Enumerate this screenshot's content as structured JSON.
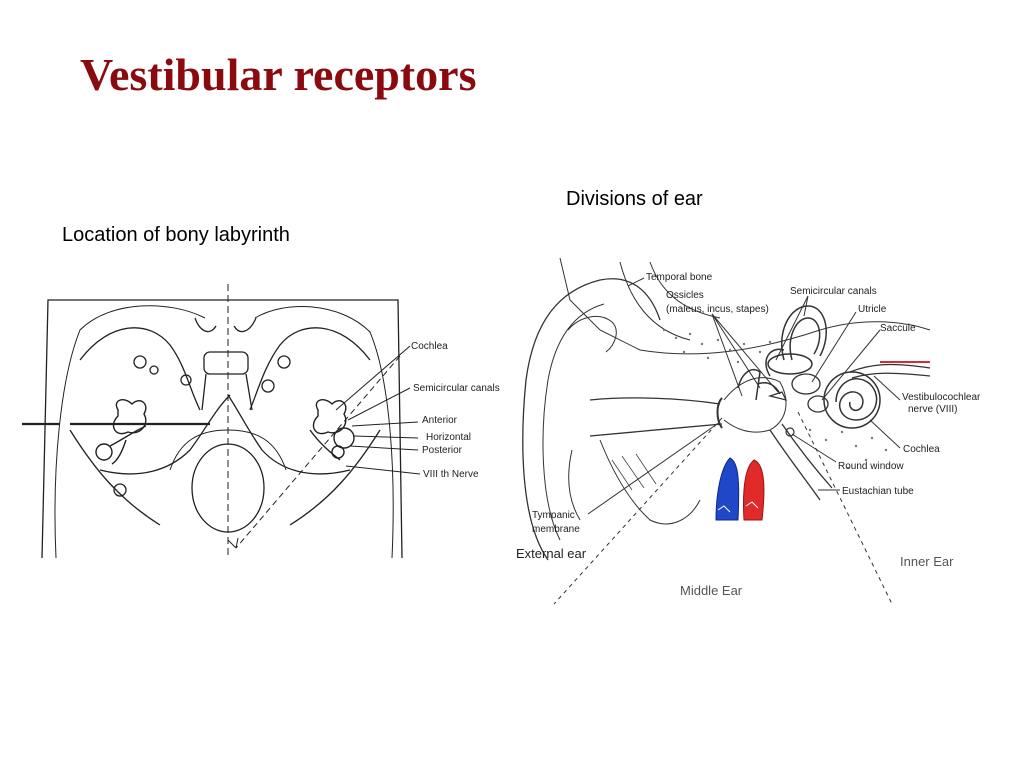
{
  "slide": {
    "title": "Vestibular receptors",
    "left_caption": "Location of bony labyrinth",
    "right_caption": "Divisions of ear"
  },
  "skull_diagram": {
    "labels": {
      "cochlea": "Cochlea",
      "semicircular_canals": "Semicircular canals",
      "anterior": "Anterior",
      "horizontal": "Horizontal",
      "posterior": "Posterior",
      "viii_nerve": "VIII th Nerve"
    }
  },
  "ear_diagram": {
    "labels": {
      "temporal_bone": "Temporal bone",
      "ossicles": "Ossicles",
      "ossicles_detail": "(maleus, incus, stapes)",
      "semicircular_canals": "Semicircular canals",
      "utricle": "Utricle",
      "saccule": "Saccule",
      "vestibulocochlear_1": "Vestibulocochlear",
      "vestibulocochlear_2": "nerve (VIII)",
      "cochlea": "Cochlea",
      "round_window": "Round window",
      "eustachian_tube": "Eustachian tube",
      "tympanic_1": "Tympanic",
      "tympanic_2": "membrane",
      "external_ear": "External ear",
      "middle_ear": "Middle Ear",
      "inner_ear": "Inner Ear"
    },
    "colors": {
      "vein": "#1f47c8",
      "artery": "#e02a2a"
    }
  }
}
